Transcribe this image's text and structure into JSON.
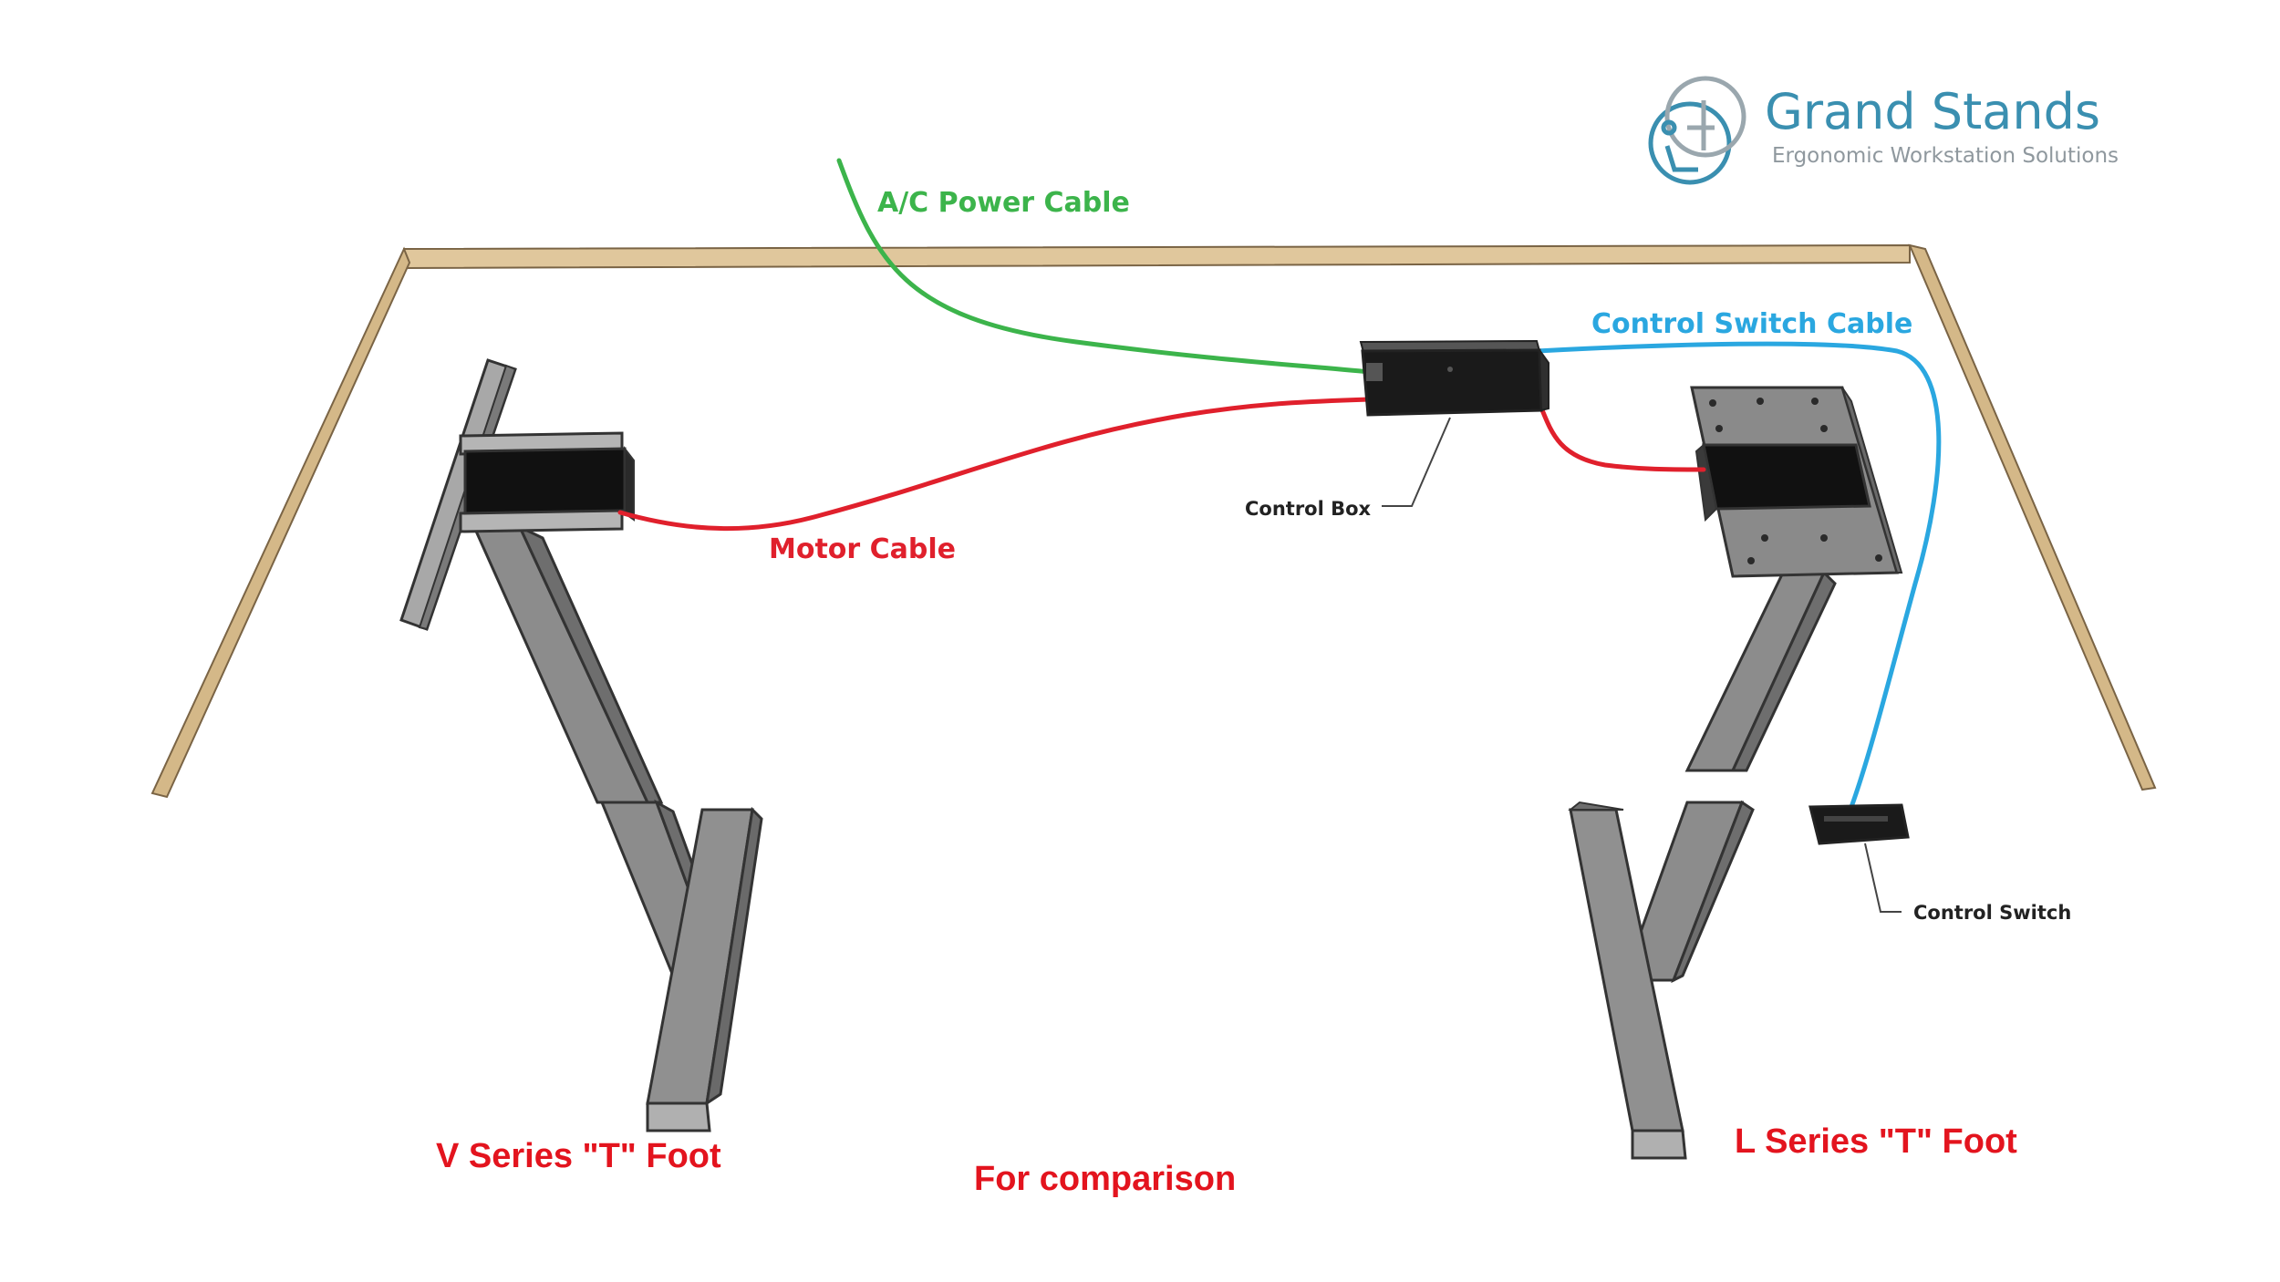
{
  "logo": {
    "name": "Grand Stands",
    "tagline": "Ergonomic Workstation Solutions"
  },
  "cables": {
    "power": "A/C Power Cable",
    "switch": "Control Switch Cable",
    "motor": "Motor Cable"
  },
  "callouts": {
    "control_box": "Control Box",
    "control_switch": "Control Switch"
  },
  "captions": {
    "v_series": "V Series \"T\" Foot",
    "l_series": "L Series \"T\" Foot",
    "comparison": "For comparison"
  },
  "colors": {
    "power_cable": "#3cb44b",
    "switch_cable": "#2aa7e0",
    "motor_cable": "#e0202c",
    "caption_red": "#e3141e",
    "table_rim": "#c8a878",
    "leg_gray": "#8a8a8a",
    "logo_blue": "#3a8fb0"
  }
}
